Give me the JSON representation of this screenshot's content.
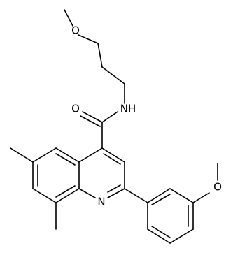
{
  "molecule": {
    "atoms": {
      "methoxy_o_top": "O",
      "amide_o": "O",
      "amide_n": "NH",
      "ring_n": "N",
      "aryl_methoxy_o": "O"
    },
    "colors": {
      "bond": "#000000",
      "label": "#000000",
      "background": "#ffffff"
    }
  }
}
